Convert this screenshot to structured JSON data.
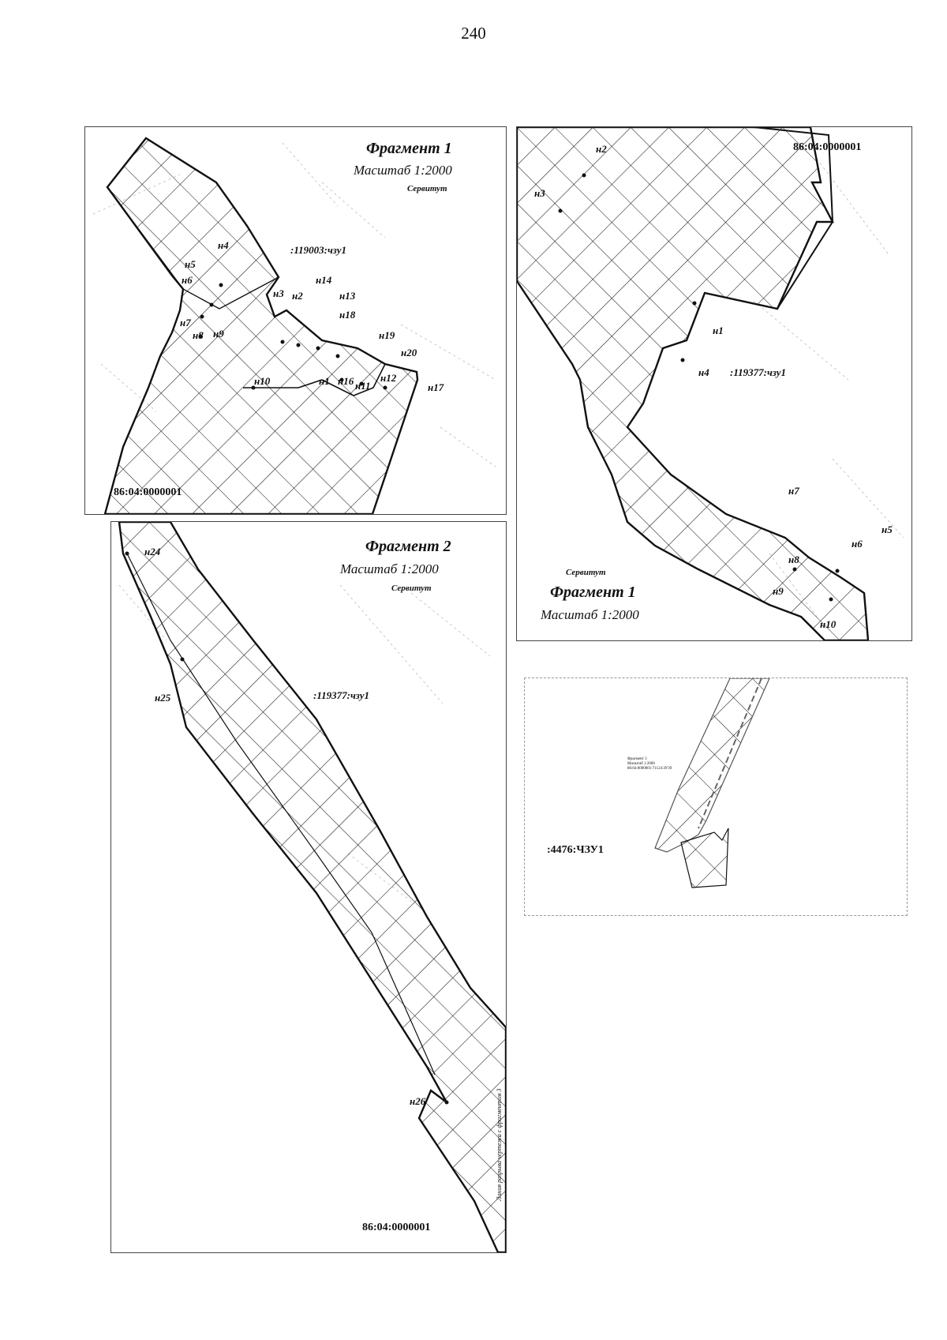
{
  "page_number": "240",
  "panel1": {
    "title": "Фрагмент 1",
    "scale": "Масштаб 1:2000",
    "servitude": "Сервитут",
    "parcel": ":119003:чзу1",
    "quarter": "86:04:0000001",
    "points": [
      "н1",
      "н2",
      "н3",
      "н4",
      "н5",
      "н6",
      "н7",
      "н8",
      "н9",
      "н10",
      "н11",
      "н12",
      "н13",
      "н14",
      "н16",
      "н17",
      "н18",
      "н19",
      "н20"
    ]
  },
  "panel2": {
    "title": "Фрагмент 1",
    "scale": "Масштаб 1:2000",
    "servitude": "Сервитут",
    "parcel": ":119377:чзу1",
    "quarter": "86:04:0000001",
    "points": [
      "н1",
      "н2",
      "н3",
      "н4",
      "н5",
      "н6",
      "н7",
      "н8",
      "н9",
      "н10"
    ]
  },
  "panel3": {
    "title": "Фрагмент 2",
    "scale": "Масштаб 1:2000",
    "servitude": "Сервитут",
    "parcel": ":119377:чзу1",
    "quarter": "86:04:0000001",
    "vertical_note": "Линия разрыва чертежа с фрагментом 3",
    "points": [
      "н24",
      "н25",
      "н26"
    ]
  },
  "panel4": {
    "parcel": ":4476:ЧЗУ1",
    "tiny_lines": [
      "Фрагмент 3",
      "Масштаб 1:2000",
      "86:04:0000001:71124:ЗУ39"
    ]
  }
}
